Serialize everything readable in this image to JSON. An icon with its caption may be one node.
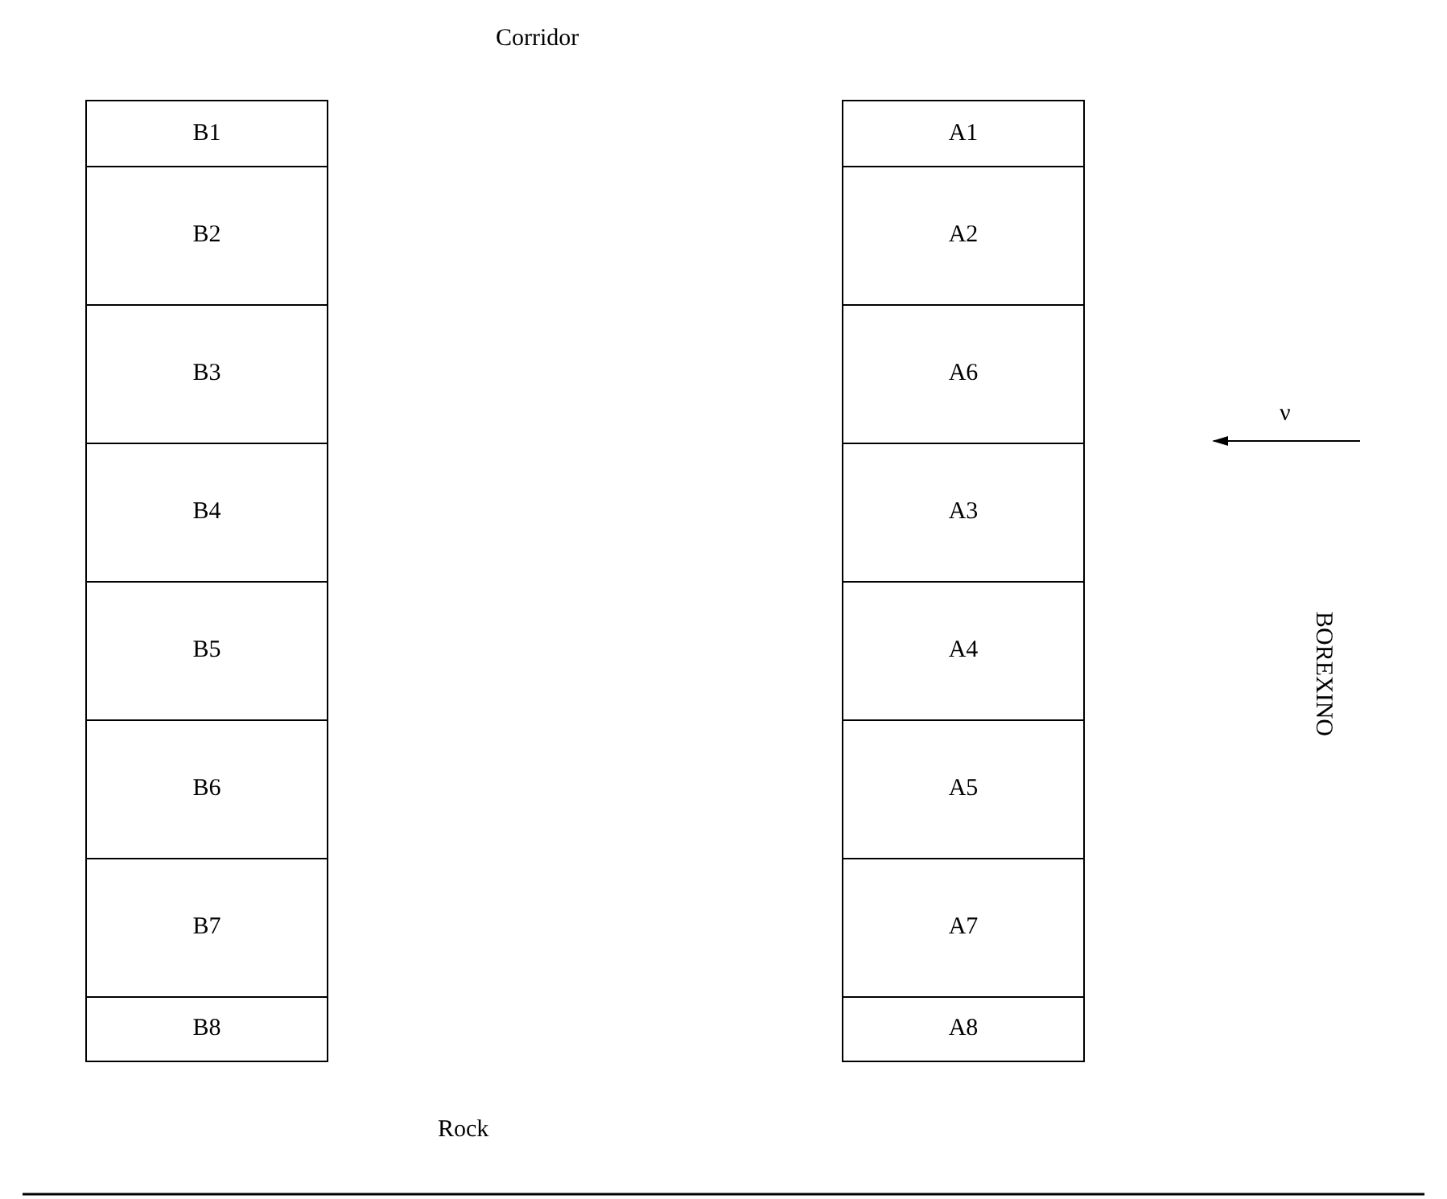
{
  "diagram": {
    "nodes": [
      {
        "text": [
          "B1"
        ]
      },
      {
        "text": [
          "B2"
        ]
      },
      {
        "text": [
          "B3"
        ]
      },
      {
        "text": [
          "B4"
        ]
      },
      {
        "text": [
          "B5"
        ]
      },
      {
        "text": [
          "B6"
        ]
      },
      {
        "text": [
          "B7"
        ]
      },
      {
        "text": [
          "B8"
        ]
      },
      {
        "text": [
          "A1"
        ]
      },
      {
        "text": [
          "A2"
        ]
      },
      {
        "text": [
          "A6"
        ]
      },
      {
        "text": [
          "A3"
        ]
      },
      {
        "text": [
          "A4"
        ]
      },
      {
        "text": [
          "A5"
        ]
      },
      {
        "text": [
          "A7"
        ]
      },
      {
        "text": [
          "A8"
        ]
      }
    ],
    "labels": [
      "Corridor",
      "ν",
      "BOREXINO",
      "Rock"
    ]
  }
}
